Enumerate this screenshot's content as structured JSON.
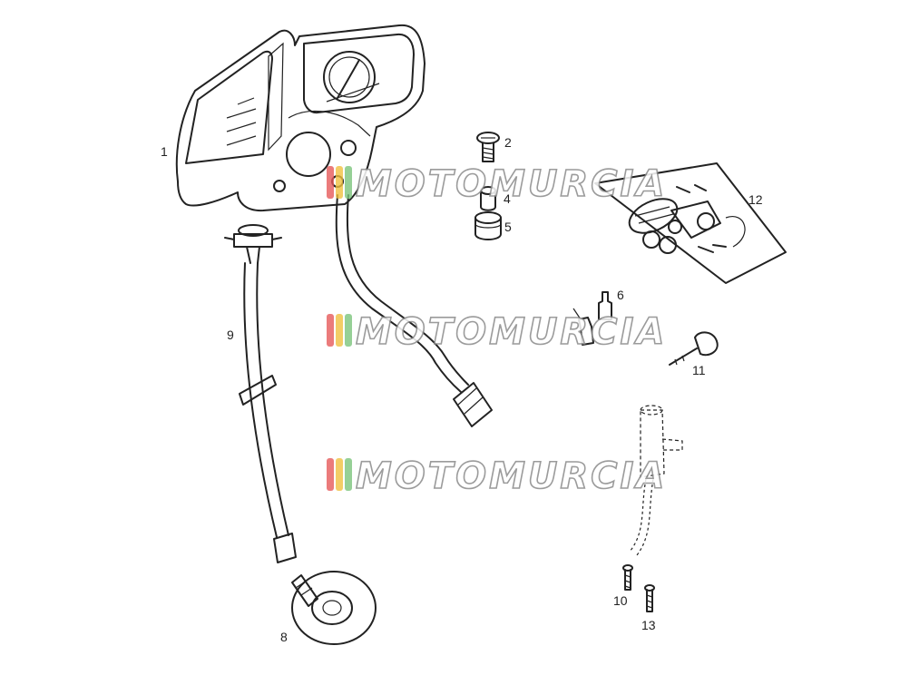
{
  "watermark": {
    "text": "MOTOMURCIA",
    "stripe_colors": [
      "#e65a5a",
      "#f0c040",
      "#7cc47c"
    ]
  },
  "callouts": [
    "1",
    "2",
    "4",
    "5",
    "6",
    "9",
    "11",
    "12",
    "8",
    "10",
    "13"
  ]
}
